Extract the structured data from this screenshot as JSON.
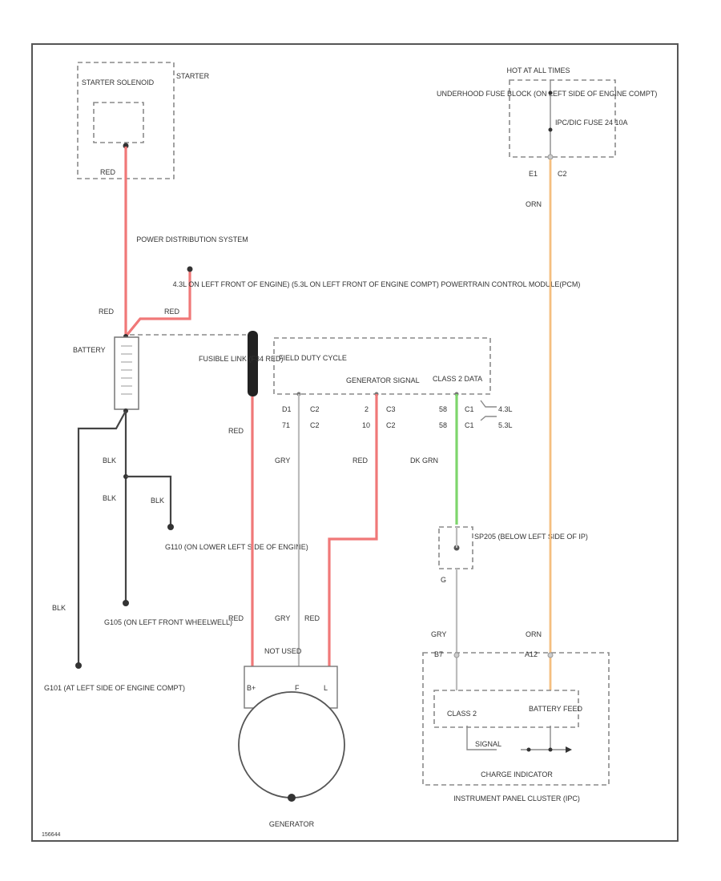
{
  "diagram": {
    "labels": {
      "starter_box": "STARTER SOLENOID",
      "starter": "STARTER",
      "starter_wire": "RED",
      "power_dist": "POWER DISTRIBUTION SYSTEM",
      "batt_red1": "RED",
      "batt_red2": "RED",
      "battery": "BATTERY",
      "blk1": "BLK",
      "blk2": "BLK",
      "blk3": "BLK",
      "blk4": "BLK",
      "g_lower": "G110 (ON LOWER LEFT SIDE OF ENGINE)",
      "g_fender": "G105 (ON LEFT FRONT WHEELWELL)",
      "g_engine": "G101 (AT LEFT SIDE OF ENGINE COMPT)",
      "fusible_link": "FUSIBLE LINK (F34 RED)",
      "red_left": "RED",
      "red_bottom": "RED",
      "pcm_title": "4.3L ON LEFT FRONT OF ENGINE) (5.3L ON LEFT FRONT OF ENGINE COMPT) POWERTRAIN CONTROL MODULE(PCM)",
      "field_duty": "FIELD DUTY CYCLE",
      "gen_signal": "GENERATOR SIGNAL",
      "class2": "CLASS 2 DATA",
      "pin_d1": "D1",
      "pin_c2a": "C2",
      "pin_71": "71",
      "pin_c2b": "C2",
      "pin_2": "2",
      "pin_c3": "C3",
      "pin_10": "10",
      "pin_c2c": "C2",
      "pin_58a": "58",
      "pin_c1a": "C1",
      "pin_58b": "58",
      "pin_c1b": "C1",
      "eng_43": "4.3L",
      "eng_53": "5.3L",
      "gry_mid": "GRY",
      "red_mid": "RED",
      "dk_grn": "DK GRN",
      "gry_gen": "GRY",
      "red_gen": "RED",
      "not_used": "NOT USED",
      "gen_bplus": "B+",
      "gen_f": "F",
      "gen_l": "L",
      "generator": "GENERATOR",
      "sp_label": "SP205 (BELOW LEFT SIDE OF IP)",
      "hot_at": "HOT AT ALL TIMES",
      "fuse_block": "UNDERHOOD FUSE BLOCK (ON LEFT SIDE OF ENGINE COMPT)",
      "fuse": "IPC/DIC FUSE 24 10A",
      "e1": "E1",
      "c2_fuse": "C2",
      "orn1": "ORN",
      "orn2": "ORN",
      "gry_ipc": "GRY",
      "pin_b7": "B7",
      "pin_a12": "A12",
      "class2_ipc": "CLASS 2",
      "battery_ipc": "BATTERY FEED",
      "ipc_sig": "SIGNAL",
      "charge_ind": "CHARGE INDICATOR",
      "ipc": "INSTRUMENT PANEL CLUSTER (IPC)",
      "diag_id": "156644"
    },
    "colors": {
      "red_wire": "#f07878",
      "orange_wire": "#f5bf80",
      "green_wire": "#7ed66d",
      "gray_wire": "#bcbcbc",
      "black_wire": "#444444"
    }
  }
}
